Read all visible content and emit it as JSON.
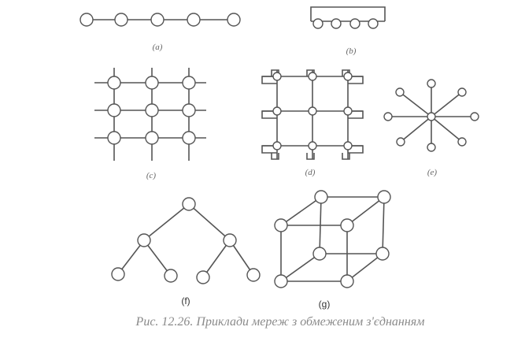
{
  "labels": {
    "a": "(a)",
    "b": "(b)",
    "c": "(c)",
    "d": "(d)",
    "e": "(e)",
    "f": "(f)",
    "g": "(g)"
  },
  "caption": "Рис. 12.26. Приклади мереж з обмеженим з'єднанням"
}
